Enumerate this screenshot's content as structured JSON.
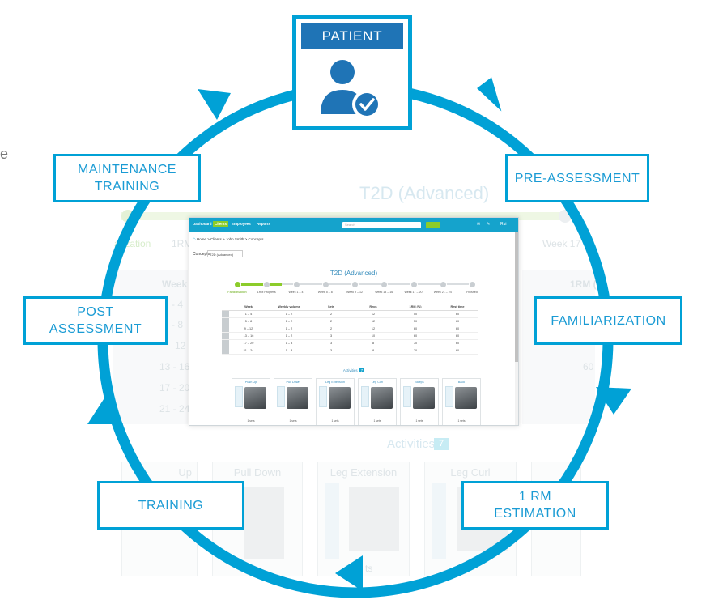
{
  "patient": {
    "label": "PATIENT"
  },
  "stages": [
    {
      "id": "pre-assessment",
      "label": "PRE-ASSESSMENT"
    },
    {
      "id": "familiarization",
      "label": "FAMILIARIZATION"
    },
    {
      "id": "1rm-estimation",
      "label": "1 RM ESTIMATION",
      "line1": "1 RM",
      "line2": "ESTIMATION"
    },
    {
      "id": "training",
      "label": "TRAINING"
    },
    {
      "id": "post-assessment",
      "label": "POST ASSESSMENT",
      "line1": "POST",
      "line2": "ASSESSMENT"
    },
    {
      "id": "maintenance-training",
      "label": "MAINTENANCE TRAINING",
      "line1": "MAINTENANCE",
      "line2": "TRAINING"
    }
  ],
  "edge_text": "e",
  "colors": {
    "cycle": "#00a1d6",
    "patient_header": "#1f74b6",
    "nav": "#15a3cc",
    "accent_green": "#8ccc2a"
  },
  "background": {
    "title": "T2D (Advanced)",
    "activities_label": "Activities",
    "activities_count": "7",
    "familiarization_tab": "arization",
    "rm_tab": "1RM",
    "week_last_tab": "Week 17 - 2",
    "week_header": "Week",
    "rm_header": "1RM (%",
    "week_rows": [
      "- 4",
      "- 8",
      "12",
      "13 - 16",
      "17 - 20",
      "21 - 24"
    ],
    "rm_value": "60",
    "cards": [
      "Up",
      "Pull Down",
      "Leg Extension",
      "Leg Curl"
    ],
    "card_footer": "ts"
  },
  "app": {
    "nav": [
      "Dashboard",
      "Clients",
      "Employees",
      "Reports"
    ],
    "search_placeholder": "Search",
    "user_menu": "Rui",
    "breadcrumb": "Home > Clients > John Smith > Concepts",
    "concept_label": "Concepts:",
    "concept_value": "T2D (Advanced)",
    "title": "T2D (Advanced)",
    "steps": [
      "Familiarization",
      "1RM Progress",
      "Week 1 – 4",
      "Week 5 – 8",
      "Week 9 – 12",
      "Week 13 – 16",
      "Week 17 – 20",
      "Week 21 – 24",
      "Finished"
    ],
    "table": {
      "headers": [
        "Week",
        "Weekly volume",
        "Sets",
        "Reps",
        "1RM (%)",
        "Rest time"
      ],
      "rows": [
        [
          "1 – 4",
          "1 – 2",
          "2",
          "12",
          "50",
          "60"
        ],
        [
          "5 – 8",
          "1 – 2",
          "2",
          "12",
          "50",
          "60"
        ],
        [
          "9 – 12",
          "1 – 2",
          "2",
          "12",
          "60",
          "60"
        ],
        [
          "13 – 16",
          "1 – 2",
          "3",
          "10",
          "60",
          "60"
        ],
        [
          "17 – 20",
          "1 – 3",
          "3",
          "8",
          "70",
          "60"
        ],
        [
          "21 – 24",
          "1 – 3",
          "3",
          "8",
          "70",
          "60"
        ]
      ]
    },
    "activities_label": "Activities",
    "activities_count": "7",
    "activities": [
      {
        "name": "Push Up",
        "sets": "1 sets"
      },
      {
        "name": "Pull Down",
        "sets": "1 sets"
      },
      {
        "name": "Leg Extension",
        "sets": "1 sets"
      },
      {
        "name": "Leg Curl",
        "sets": "1 sets"
      },
      {
        "name": "Biceps",
        "sets": "1 sets"
      },
      {
        "name": "Back",
        "sets": "1 sets"
      }
    ]
  }
}
